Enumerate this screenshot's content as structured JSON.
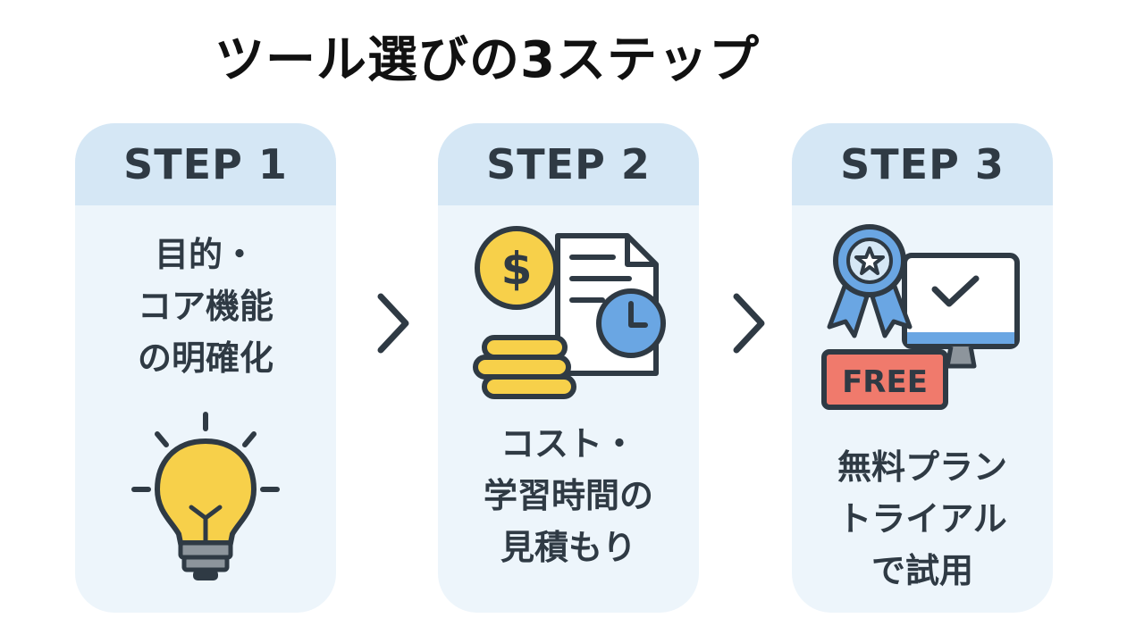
{
  "title": "ツール選びの3ステップ",
  "steps": [
    {
      "label": "STEP 1",
      "lines": [
        "目的・",
        "コア機能",
        "の明確化"
      ],
      "icon": "lightbulb-icon"
    },
    {
      "label": "STEP 2",
      "lines": [
        "コスト・",
        "学習時間の",
        "見積もり"
      ],
      "icon": "cost-time-icon"
    },
    {
      "label": "STEP 3",
      "lines": [
        "無料プラン",
        "トライアル",
        "で試用"
      ],
      "icon": "free-trial-icon",
      "badge": "FREE"
    }
  ],
  "colors": {
    "card_bg": "#edf5fb",
    "card_header": "#d5e7f5",
    "text": "#2f3a44",
    "yellow": "#f7d04a",
    "blue": "#6aa6e3",
    "red": "#f07a6c"
  }
}
